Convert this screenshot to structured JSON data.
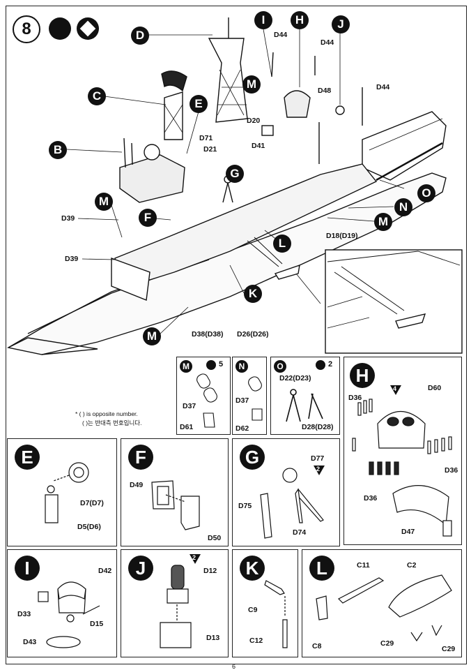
{
  "step": {
    "number": "8"
  },
  "main": {
    "callouts": [
      "D",
      "C",
      "B",
      "E",
      "F",
      "G",
      "I",
      "H",
      "J",
      "M",
      "M",
      "M",
      "M",
      "N",
      "O",
      "L",
      "K"
    ],
    "labels": [
      "D44",
      "D44",
      "D44",
      "D48",
      "D20",
      "D41",
      "D71",
      "D21",
      "D39",
      "D39",
      "D18(D19)",
      "D38(D38)",
      "D26(D26)"
    ]
  },
  "notes": {
    "line1": "* ( ) is opposite number.",
    "line2": "( )는 반대측 번호입니다."
  },
  "panels": {
    "M": {
      "letter": "M",
      "count": "5",
      "labels": [
        "D37",
        "D61"
      ]
    },
    "N": {
      "letter": "N",
      "labels": [
        "D37",
        "D62"
      ]
    },
    "O": {
      "letter": "O",
      "count": "2",
      "labels": [
        "D22(D23)",
        "D28(D28)"
      ]
    },
    "H": {
      "letter": "H",
      "count": "4",
      "labels": [
        "D36",
        "D60",
        "D36",
        "D36",
        "D47"
      ]
    },
    "E": {
      "letter": "E",
      "labels": [
        "D7(D7)",
        "D5(D6)"
      ]
    },
    "F": {
      "letter": "F",
      "labels": [
        "D49",
        "D50"
      ]
    },
    "G": {
      "letter": "G",
      "count": "2",
      "labels": [
        "D77",
        "D75",
        "D74"
      ]
    },
    "I": {
      "letter": "I",
      "labels": [
        "D42",
        "D33",
        "D15",
        "D43"
      ]
    },
    "J": {
      "letter": "J",
      "count": "2",
      "labels": [
        "D12",
        "D13"
      ]
    },
    "K": {
      "letter": "K",
      "labels": [
        "C9",
        "C12"
      ]
    },
    "L": {
      "letter": "L",
      "labels": [
        "C11",
        "C2",
        "C8",
        "C29",
        "C29"
      ]
    }
  },
  "page_number": "6"
}
